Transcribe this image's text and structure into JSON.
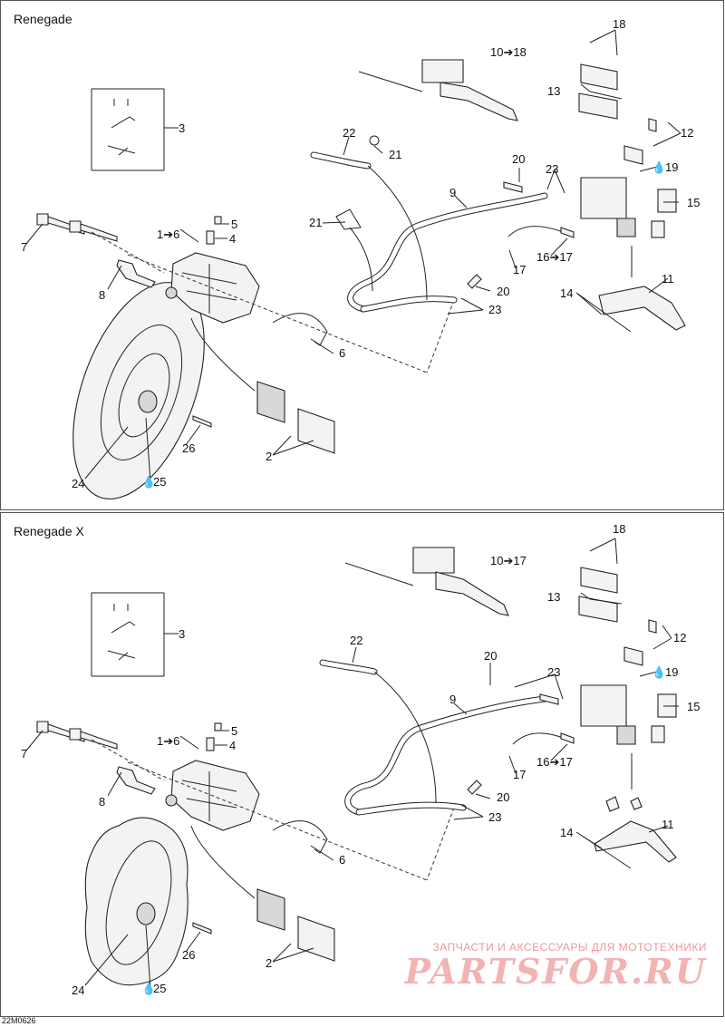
{
  "panels": [
    {
      "title": "Renegade",
      "callouts": {
        "c1": "1➔6",
        "c2": "2",
        "c3": "3",
        "c4": "4",
        "c5": "5",
        "c6": "6",
        "c7": "7",
        "c8": "8",
        "c9": "9",
        "c10": "10➔18",
        "c11": "11",
        "c12": "12",
        "c13": "13",
        "c14": "14",
        "c15": "15",
        "c16": "16➔17",
        "c17": "17",
        "c18": "18",
        "c19": "19",
        "c20a": "20",
        "c20b": "20",
        "c21a": "21",
        "c21b": "21",
        "c22": "22",
        "c23a": "23",
        "c23b": "23",
        "c24": "24",
        "c25": "25",
        "c26": "26"
      }
    },
    {
      "title": "Renegade X",
      "callouts": {
        "c1": "1➔6",
        "c2": "2",
        "c3": "3",
        "c4": "4",
        "c5": "5",
        "c6": "6",
        "c7": "7",
        "c8": "8",
        "c9": "9",
        "c10": "10➔17",
        "c11": "11",
        "c12": "12",
        "c13": "13",
        "c14": "14",
        "c15": "15",
        "c16": "16➔17",
        "c17": "17",
        "c18": "18",
        "c19": "19",
        "c20a": "20",
        "c20b": "20",
        "c23a": "23",
        "c23b": "23",
        "c22": "22",
        "c24": "24",
        "c25": "25",
        "c26": "26"
      }
    }
  ],
  "doc_code": "22M0626",
  "watermark": {
    "line1": "ЗАПЧАСТИ И АКСЕССУАРЫ ДЛЯ МОТОТЕХНИКИ",
    "line2": "PARTSFOR.RU"
  },
  "colors": {
    "ink": "#111111",
    "watermark": "#e79a9a"
  }
}
